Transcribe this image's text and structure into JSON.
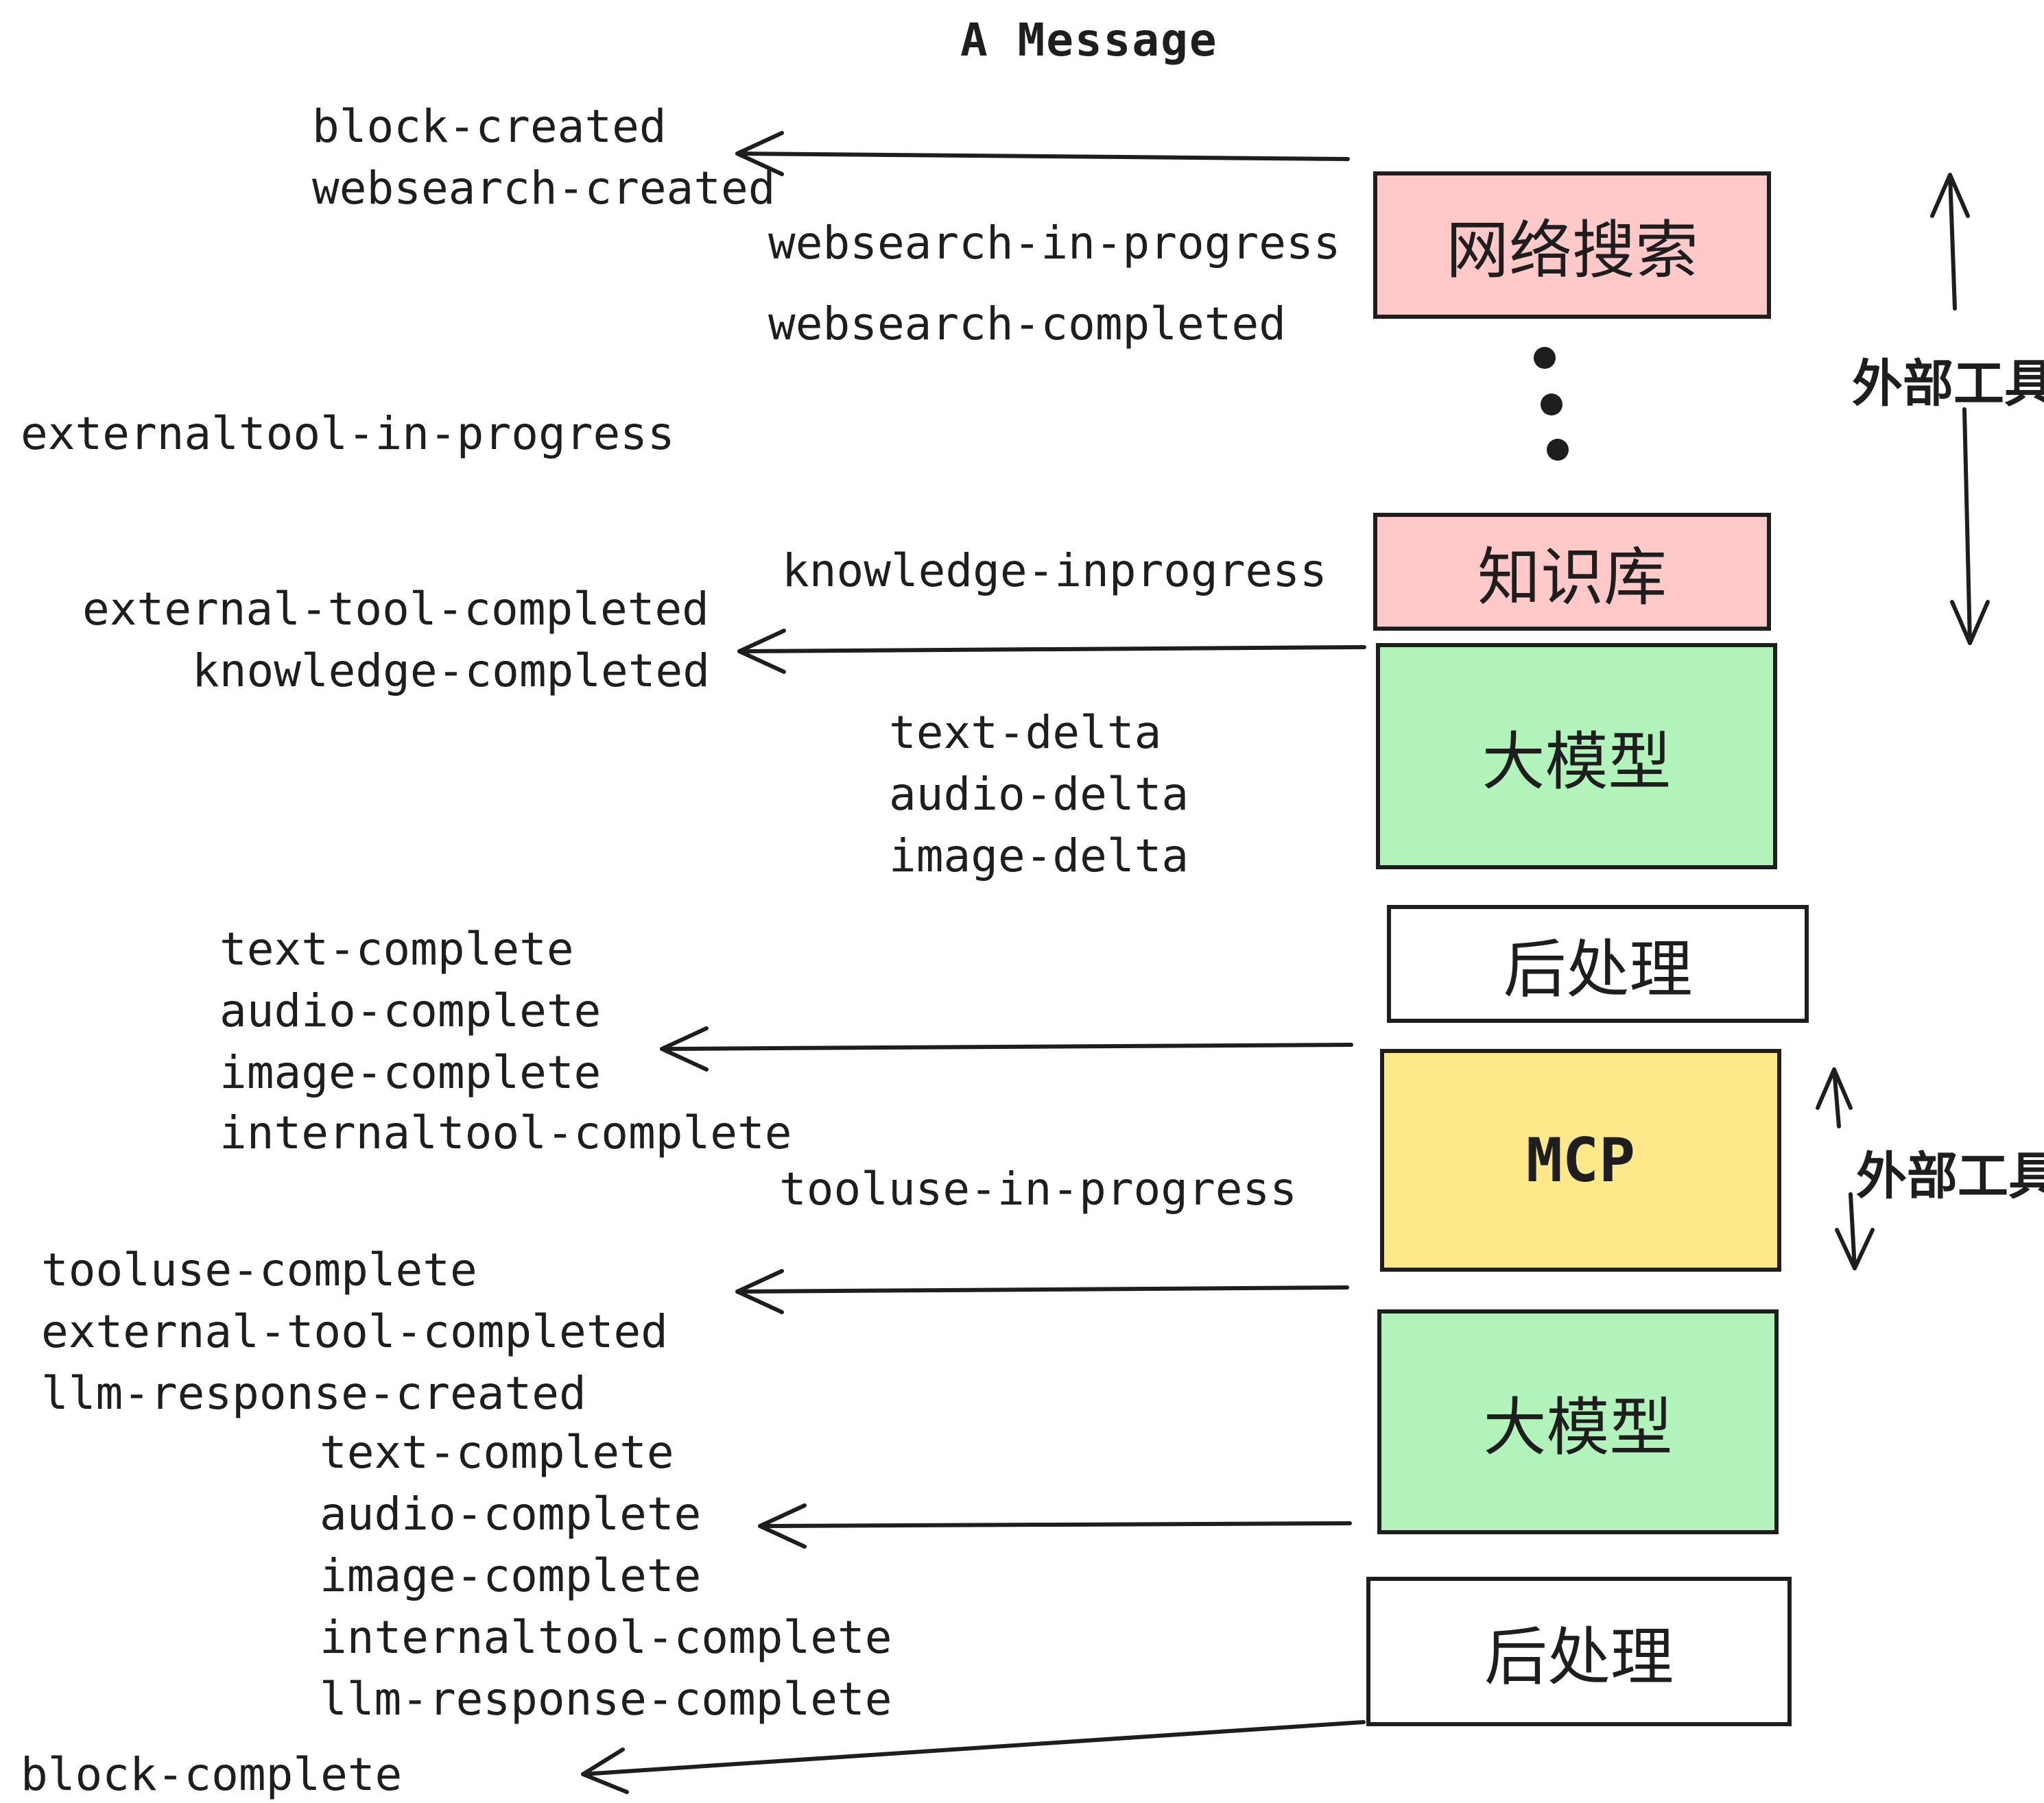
{
  "title": "A Message",
  "colors": {
    "pink": "#ffc9c9",
    "green": "#b2f2bb",
    "yellow": "#ffe88a",
    "white": "#ffffff",
    "ink": "#1e1e1e"
  },
  "boxes": [
    {
      "id": "websearch",
      "label": "网络搜索",
      "fill": "pink"
    },
    {
      "id": "knowledge",
      "label": "知识库",
      "fill": "pink"
    },
    {
      "id": "llm-1",
      "label": "大模型",
      "fill": "green"
    },
    {
      "id": "postprocess-1",
      "label": "后处理",
      "fill": "white"
    },
    {
      "id": "mcp",
      "label": "MCP",
      "fill": "yellow"
    },
    {
      "id": "llm-2",
      "label": "大模型",
      "fill": "green"
    },
    {
      "id": "postprocess-2",
      "label": "后处理",
      "fill": "white"
    }
  ],
  "side_labels": [
    {
      "label": "外部工具"
    },
    {
      "label": "外部工具"
    }
  ],
  "events": [
    {
      "label": "block-created"
    },
    {
      "label": "websearch-created"
    },
    {
      "label": "websearch-in-progress"
    },
    {
      "label": "websearch-completed"
    },
    {
      "label": "externaltool-in-progress"
    },
    {
      "label": "knowledge-inprogress"
    },
    {
      "label": "external-tool-completed"
    },
    {
      "label": "knowledge-completed"
    },
    {
      "label": "text-delta"
    },
    {
      "label": "audio-delta"
    },
    {
      "label": "image-delta"
    },
    {
      "label": "text-complete"
    },
    {
      "label": "audio-complete"
    },
    {
      "label": "image-complete"
    },
    {
      "label": "internaltool-complete"
    },
    {
      "label": "tooluse-in-progress"
    },
    {
      "label": "tooluse-complete"
    },
    {
      "label": "external-tool-completed"
    },
    {
      "label": "llm-response-created"
    },
    {
      "label": "text-complete"
    },
    {
      "label": "audio-complete"
    },
    {
      "label": "image-complete"
    },
    {
      "label": "internaltool-complete"
    },
    {
      "label": "llm-response-complete"
    },
    {
      "label": "block-complete"
    }
  ]
}
